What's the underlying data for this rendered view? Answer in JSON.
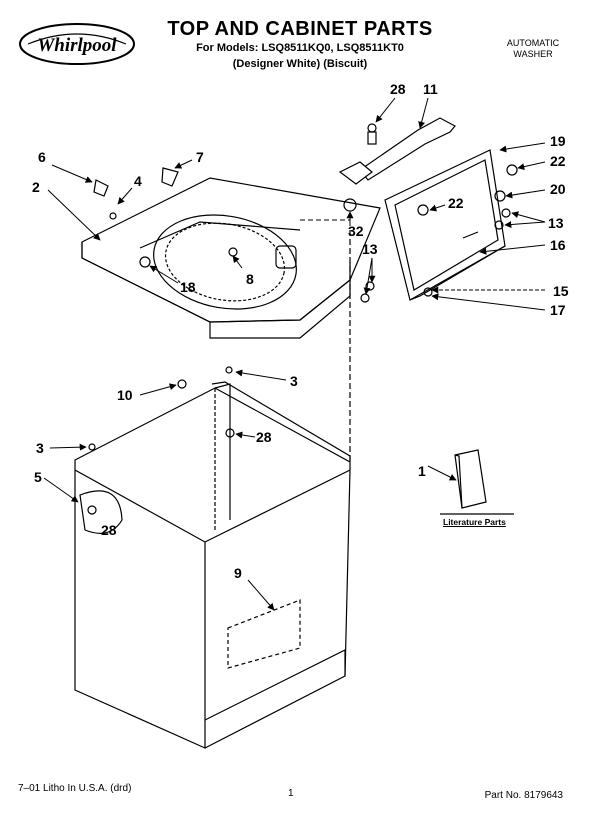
{
  "header": {
    "brand": "Whirlpool",
    "title": "TOP AND CABINET PARTS",
    "models": "For Models: LSQ8511KQ0, LSQ8511KT0",
    "variants": "(Designer White)   (Biscuit)",
    "appliance_line1": "AUTOMATIC",
    "appliance_line2": "WASHER"
  },
  "callouts": {
    "c1": "1",
    "c2": "2",
    "c3a": "3",
    "c3b": "3",
    "c4": "4",
    "c5": "5",
    "c6": "6",
    "c7": "7",
    "c8": "8",
    "c9": "9",
    "c10": "10",
    "c11": "11",
    "c13a": "13",
    "c13b": "13",
    "c15": "15",
    "c16": "16",
    "c17": "17",
    "c18": "18",
    "c19": "19",
    "c20": "20",
    "c22a": "22",
    "c22b": "22",
    "c28a": "28",
    "c28b": "28",
    "c28c": "28",
    "c32": "32"
  },
  "literature_label": "Literature Parts",
  "footer": {
    "left": "7–01 Litho In U.S.A. (drd)",
    "page": "1",
    "part_no": "Part No. 8179643"
  }
}
